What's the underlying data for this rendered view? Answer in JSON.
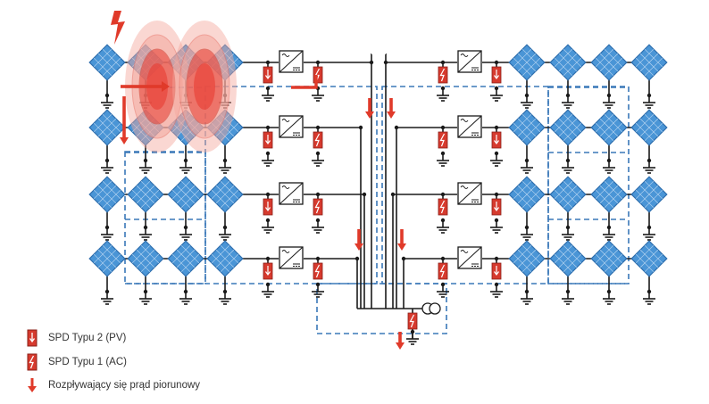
{
  "colors": {
    "panel_fill": "#4a95d6",
    "panel_stroke": "#2f6fae",
    "zone_dash": "#3a78b8",
    "wire": "#1a1a1a",
    "spd_red": "#d63a2e",
    "arrow_red": "#e03a2a",
    "glow_core": "#e8453a",
    "glow_outer": "#f4a79c"
  },
  "legend": {
    "spd_type2_label": "SPD Typu 2 (PV)",
    "spd_type1_label": "SPD Typu 1 (AC)",
    "current_label": "Rozpływający się prąd piorunowy"
  },
  "icons": {
    "lightning": "lightning-bolt-icon",
    "panel": "solar-panel-icon",
    "inverter": "inverter-icon",
    "ground": "ground-icon",
    "transformer": "transformer-icon",
    "spd_type2": "spd-type2-icon",
    "spd_type1": "spd-type1-icon",
    "current_arrow": "current-arrow-icon"
  }
}
